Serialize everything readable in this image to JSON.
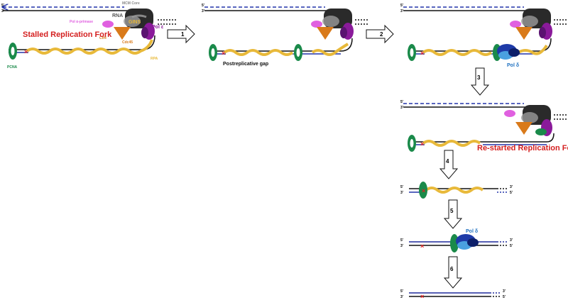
{
  "colors": {
    "strand_black": "#111111",
    "strand_blue": "#1f2a9c",
    "rna_blue": "#2233aa",
    "rpa_yellow": "#e8b93a",
    "pcna_green": "#1a8a4a",
    "pol_alpha_pink": "#e060e0",
    "ctf4_orange": "#d97a1a",
    "pol_epsilon_purple": "#8a1a9a",
    "mcm_gray": "#2a2a2a",
    "pol_delta_blue": "#1e3aa8",
    "lesion_red": "#e02020",
    "title_red": "#d41f1f"
  },
  "labels": {
    "mcm_core": "MCM Core",
    "rna": "RNA",
    "gins": "GINS",
    "pol_alpha_primase": "Pol α-primase",
    "ctf4": "Ctf4",
    "cdc45": "Cdc45",
    "pol_epsilon": "Pol ε",
    "rpa": "RPA",
    "pcna": "PCNA",
    "stalled_fork": "Stalled Replication Fork",
    "postreplicative_gap": "Postreplicative gap",
    "restarted_fork": "Re-started Replication Fork",
    "pol_delta": "Pol δ",
    "five_prime": "5'",
    "three_prime": "3'"
  },
  "steps": [
    "1",
    "2",
    "3",
    "4",
    "5",
    "6"
  ]
}
